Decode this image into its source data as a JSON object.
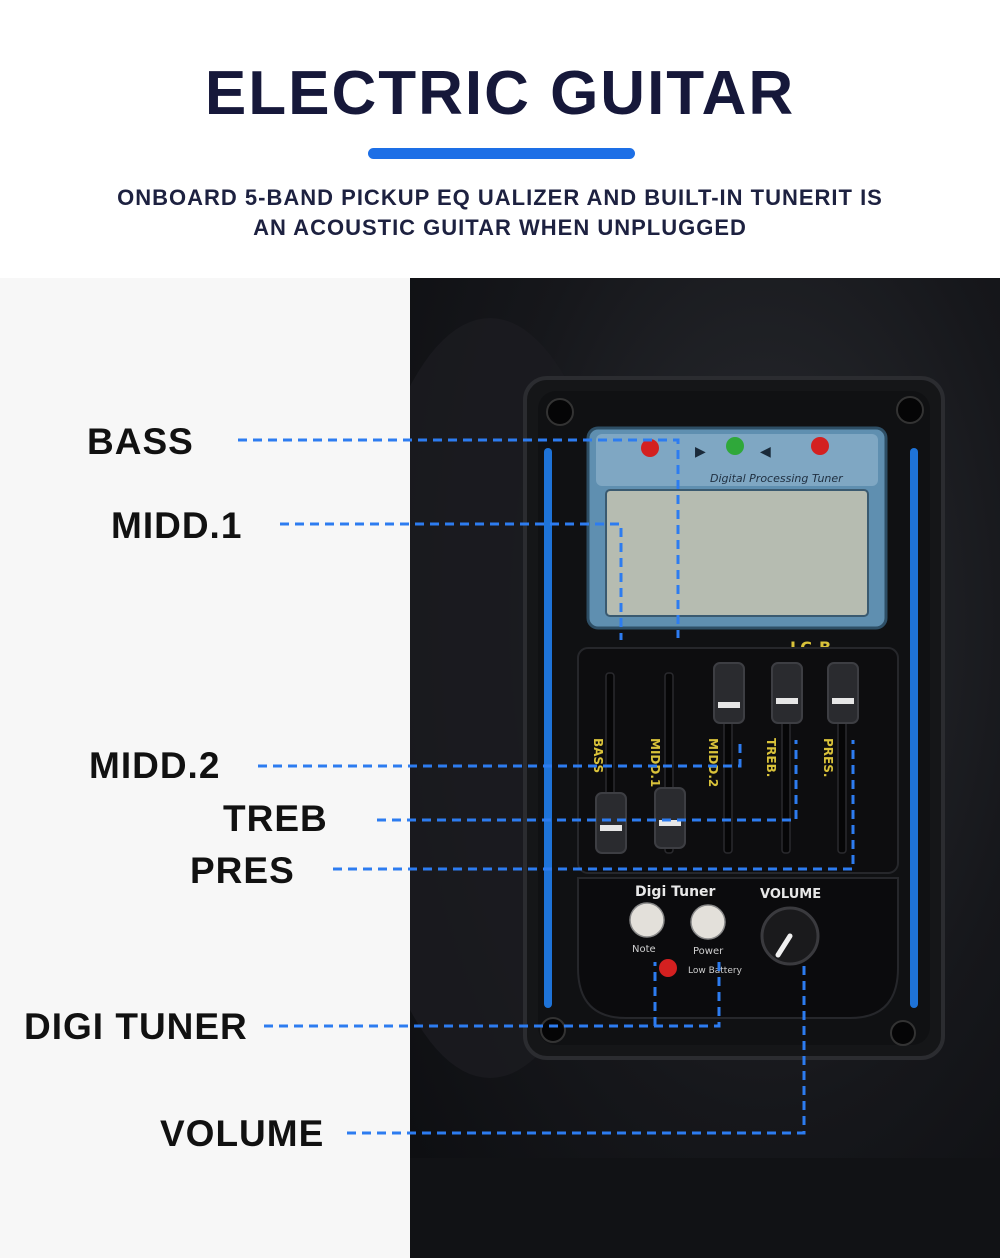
{
  "header": {
    "title": "ELECTRIC GUITAR",
    "subtitle_line1": "ONBOARD 5-BAND PICKUP EQ UALIZER AND BUILT-IN TUNERIT IS",
    "subtitle_line2": "AN ACOUSTIC GUITAR WHEN UNPLUGGED"
  },
  "callouts": {
    "bass": "BASS",
    "midd1": "MIDD.1",
    "midd2": "MIDD.2",
    "treb": "TREB",
    "pres": "PRES",
    "digi_tuner": "DIGI TUNER",
    "volume": "VOLUME"
  },
  "device": {
    "tuner_caption": "Digital Processing Tuner",
    "model": "LC-B",
    "slider_labels": [
      "BASS",
      "MIDD.1",
      "MIDD.2",
      "TREB.",
      "PRES."
    ],
    "tuner_section": "Digi Tuner",
    "note_button": "Note",
    "power_button": "Power",
    "low_battery": "Low Battery",
    "volume_knob": "VOLUME"
  },
  "colors": {
    "accent": "#1d6fe6",
    "title": "#16183a",
    "dash_line": "#2d7cf0",
    "led_red": "#d42020",
    "led_green": "#2fa83a",
    "lcd": "#b6bcb1",
    "panel_yellow": "#d9c23a"
  }
}
